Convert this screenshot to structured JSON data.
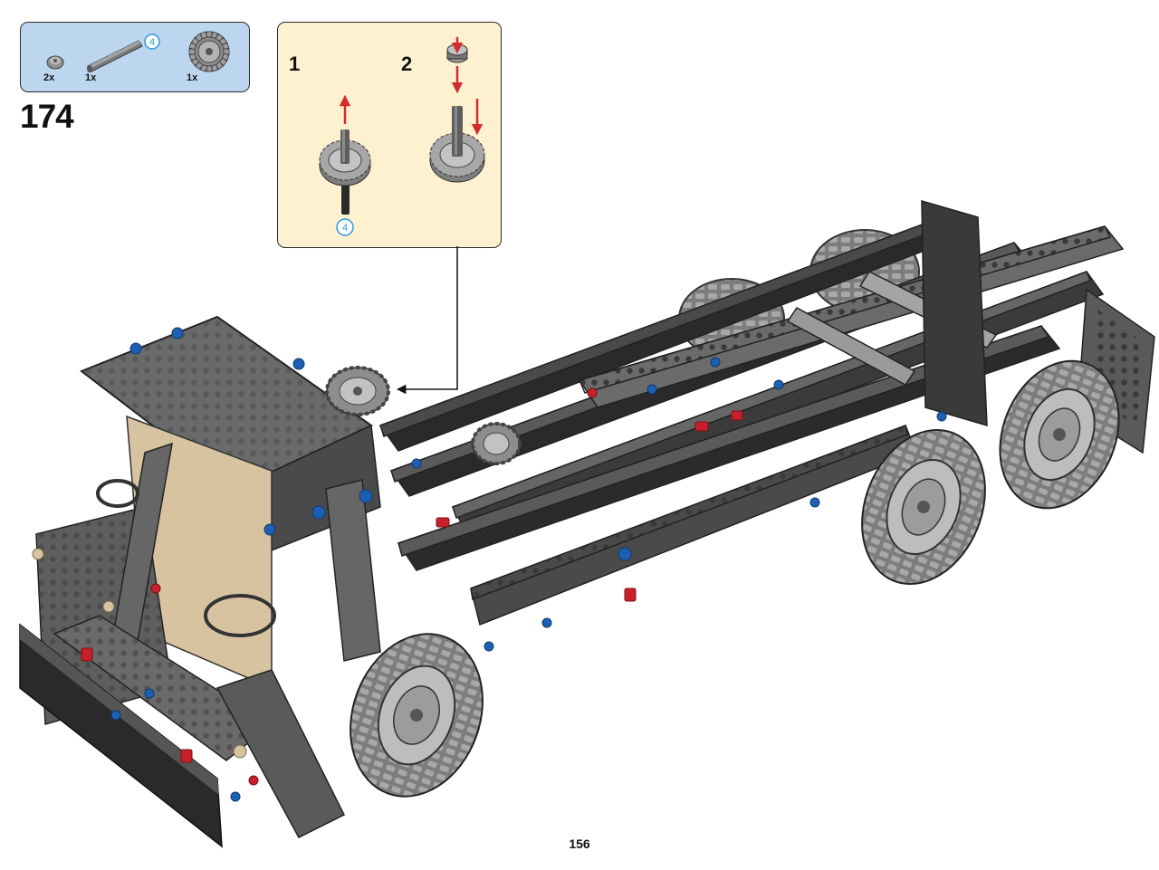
{
  "parts_list": {
    "items": [
      {
        "qty": "2x",
        "part": "bush"
      },
      {
        "qty": "1x",
        "part": "axle",
        "length_badge": "4"
      },
      {
        "qty": "1x",
        "part": "gear-20-tooth"
      }
    ]
  },
  "step": {
    "number": "174"
  },
  "callout": {
    "steps": [
      {
        "number": "1",
        "axle_badge": "4"
      },
      {
        "number": "2"
      }
    ]
  },
  "page": {
    "number": "156"
  },
  "colors": {
    "parts_box": "#bcd6ef",
    "callout_box": "#fdf1cf",
    "arrow_red": "#d42b2b",
    "badge_blue": "#2a9bd6",
    "dark_gray": "#5a5a5a",
    "black_beam": "#1f1f1f",
    "blue_pin": "#1d5fb3",
    "red_pin": "#c8202a",
    "tan": "#d8c3a0"
  }
}
